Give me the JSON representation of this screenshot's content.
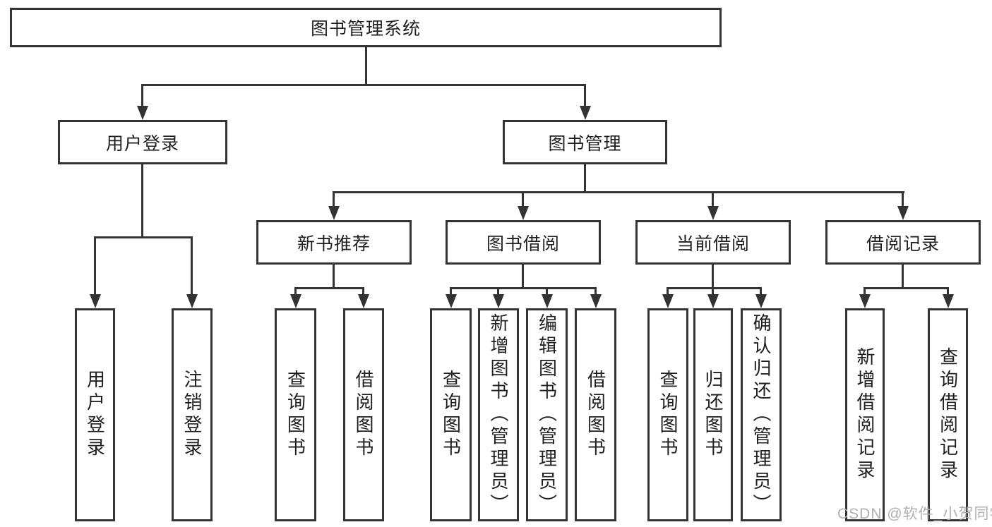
{
  "diagram": {
    "root_label": "图书管理系统",
    "branches": [
      {
        "label": "用户登录",
        "leaves": [
          "用户登录",
          "注销登录"
        ]
      },
      {
        "label": "图书管理",
        "children": [
          {
            "label": "新书推荐",
            "leaves": [
              "查询图书",
              "借阅图书"
            ]
          },
          {
            "label": "图书借阅",
            "leaves": [
              "查询图书",
              "新增图书（管理员）",
              "编辑图书（管理员）",
              "借阅图书"
            ]
          },
          {
            "label": "当前借阅",
            "leaves": [
              "查询图书",
              "归还图书",
              "确认归还（管理员）"
            ]
          },
          {
            "label": "借阅记录",
            "leaves": [
              "新增借阅记录",
              "查询借阅记录"
            ]
          }
        ]
      }
    ]
  },
  "watermark": {
    "text": "CSDN @软件_小贺同学",
    "color": "#b0b0b0"
  },
  "colors": {
    "line": "#333333",
    "box_border": "#333333",
    "text": "#1f1f1f",
    "background": "#ffffff"
  }
}
